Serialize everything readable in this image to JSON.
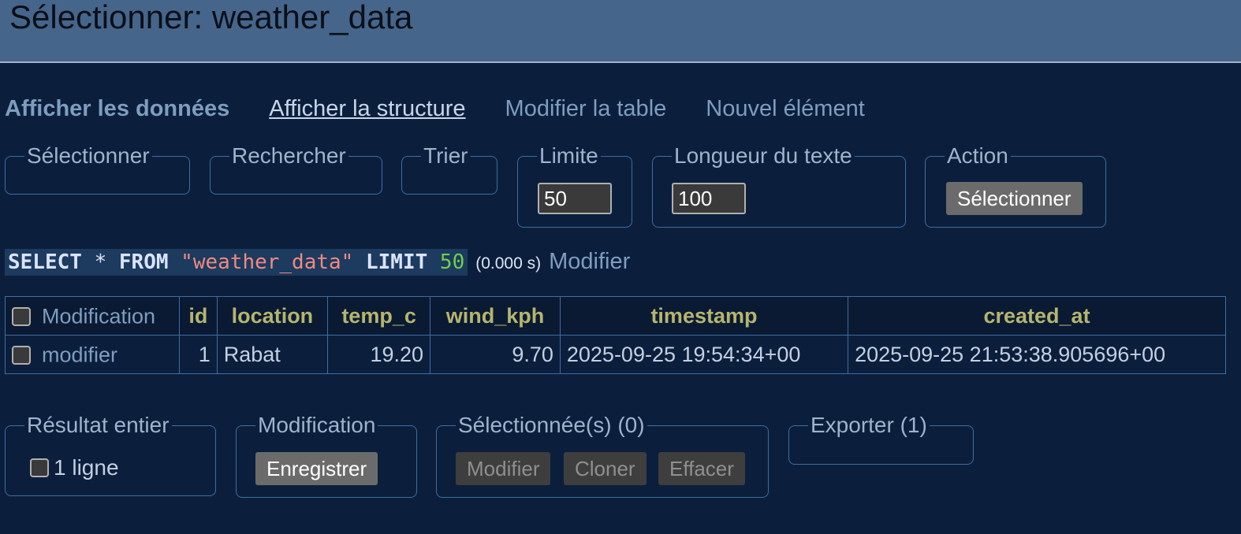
{
  "title": "Sélectionner: weather_data",
  "nav": {
    "show_data": "Afficher les données",
    "show_structure": "Afficher la structure",
    "alter_table": "Modifier la table",
    "new_item": "Nouvel élément"
  },
  "filters": {
    "select": "Sélectionner",
    "search": "Rechercher",
    "sort": "Trier",
    "limit_label": "Limite",
    "limit_value": "50",
    "text_length_label": "Longueur du texte",
    "text_length_value": "100",
    "action_label": "Action",
    "action_button": "Sélectionner"
  },
  "query": {
    "kw_select": "SELECT",
    "star": " * ",
    "kw_from": "FROM",
    "table": "\"weather_data\"",
    "kw_limit": "LIMIT",
    "limit": "50",
    "duration": "(0.000 s)",
    "edit_link": "Modifier"
  },
  "table": {
    "headers": [
      "Modification",
      "id",
      "location",
      "temp_c",
      "wind_kph",
      "timestamp",
      "created_at"
    ],
    "rows": [
      {
        "action": "modifier",
        "id": "1",
        "location": "Rabat",
        "temp_c": "19.20",
        "wind_kph": "9.70",
        "timestamp": "2025-09-25 19:54:34+00",
        "created_at": "2025-09-25 21:53:38.905696+00"
      }
    ]
  },
  "footer": {
    "whole_result_label": "Résultat entier",
    "row_count": "1 ligne",
    "modification_label": "Modification",
    "save_button": "Enregistrer",
    "selected_label": "Sélectionnée(s) (0)",
    "edit_button": "Modifier",
    "clone_button": "Cloner",
    "delete_button": "Effacer",
    "export_label": "Exporter (1)"
  }
}
